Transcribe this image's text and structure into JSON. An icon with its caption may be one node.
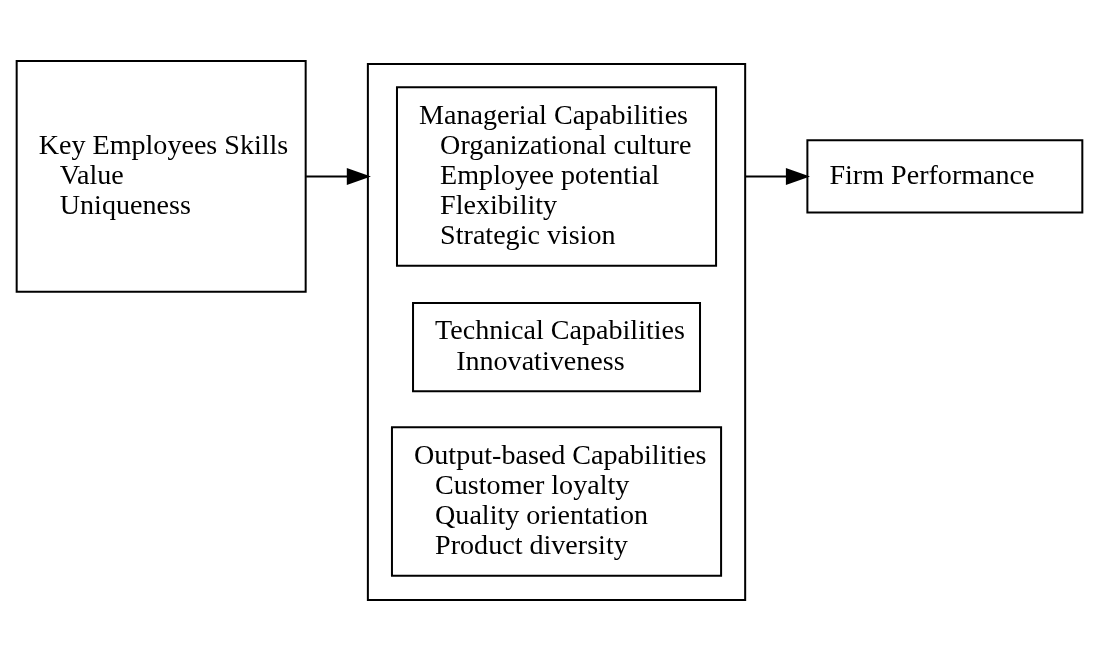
{
  "diagram": {
    "nodes": [
      {
        "text": [
          "Key Employees Skills",
          "Value",
          "Uniqueness"
        ]
      },
      {
        "text": [],
        "shape": "box"
      },
      {
        "text": [
          "Managerial Capabilities",
          "Organizational culture",
          "Employee potential",
          "Flexibility",
          "Strategic vision"
        ],
        "in": 1
      },
      {
        "text": [
          "Technical Capabilities",
          "Innovativeness"
        ],
        "in": 1
      },
      {
        "text": [
          "Output-based Capabilities",
          "Customer loyalty",
          "Quality orientation",
          "Product diversity"
        ],
        "in": 1
      },
      {
        "text": [
          "Firm Performance"
        ]
      }
    ],
    "edges": [
      {
        "from": 0,
        "to": 1,
        "arrow": "to"
      },
      {
        "from": 1,
        "to": 5,
        "arrow": "to"
      }
    ]
  }
}
